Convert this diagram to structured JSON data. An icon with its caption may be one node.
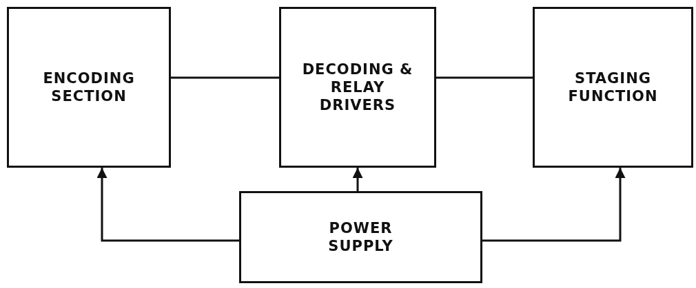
{
  "diagram": {
    "nodes": [
      {
        "text": [
          "ENCODING SECTION"
        ]
      },
      {
        "text": [
          "DECODING & RELAY DRIVERS"
        ]
      },
      {
        "text": [
          "STAGING FUNCTION"
        ]
      },
      {
        "text": [
          "POWER SUPPLY"
        ]
      }
    ],
    "edges": [
      {
        "from": 0,
        "to": 1,
        "arrow": "none"
      },
      {
        "from": 1,
        "to": 2,
        "arrow": "none"
      },
      {
        "from": 3,
        "to": 0,
        "arrow": "to"
      },
      {
        "from": 3,
        "to": 1,
        "arrow": "to"
      },
      {
        "from": 3,
        "to": 2,
        "arrow": "to"
      }
    ]
  }
}
